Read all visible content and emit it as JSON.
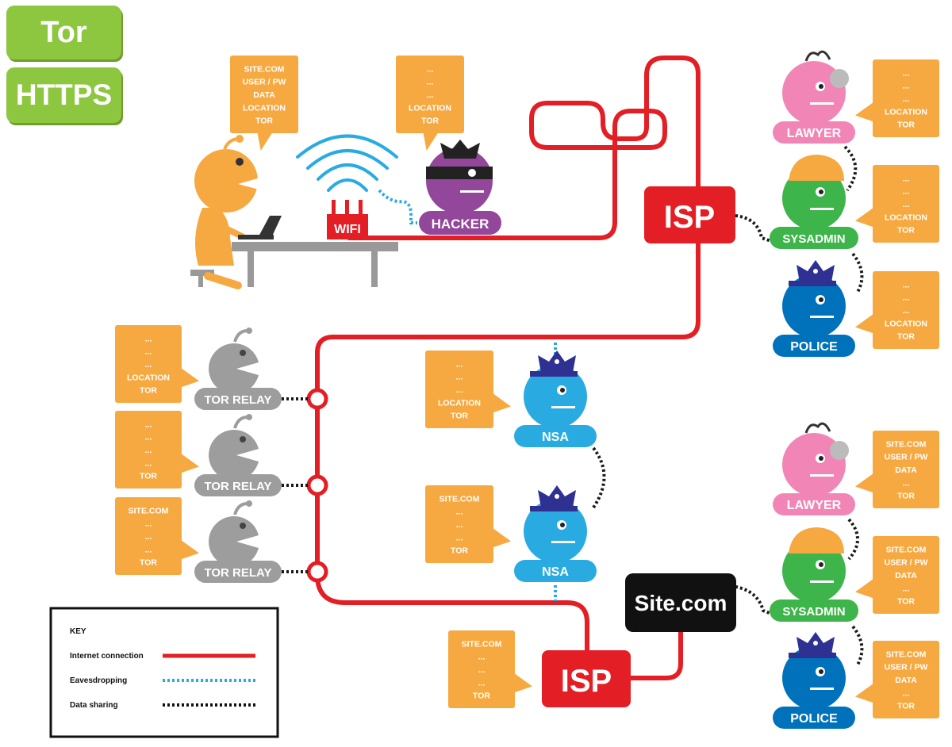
{
  "toggles": {
    "tor": "Tor",
    "https": "HTTPS"
  },
  "colors": {
    "internet": "#e31e24",
    "eavesdrop": "#29abe2",
    "sharing": "#1a1a1a",
    "bubble": "#f7a941",
    "toggle": "#8dc63f",
    "user": "#f7a941",
    "hacker": "#92479a",
    "lawyer": "#f186b6",
    "sysadmin": "#3db54a",
    "police": "#0072bc",
    "nsa": "#29abe2",
    "relay": "#9d9d9d",
    "site": "#111111"
  },
  "user_bubble": [
    "SITE.COM",
    "USER / PW",
    "DATA",
    "LOCATION",
    "TOR"
  ],
  "wifi": {
    "label": "WIFI"
  },
  "hacker": {
    "label": "HACKER",
    "bubble": [
      "...",
      "...",
      "...",
      "LOCATION",
      "TOR"
    ]
  },
  "isp_top": {
    "label": "ISP"
  },
  "isp_bottom": {
    "label": "ISP",
    "bubble": [
      "SITE.COM",
      "...",
      "...",
      "...",
      "TOR"
    ]
  },
  "site": {
    "label": "Site.com"
  },
  "top_group": [
    {
      "label": "LAWYER",
      "bubble": [
        "...",
        "...",
        "...",
        "LOCATION",
        "TOR"
      ]
    },
    {
      "label": "SYSADMIN",
      "bubble": [
        "...",
        "...",
        "...",
        "LOCATION",
        "TOR"
      ]
    },
    {
      "label": "POLICE",
      "bubble": [
        "...",
        "...",
        "...",
        "LOCATION",
        "TOR"
      ]
    }
  ],
  "bottom_group": [
    {
      "label": "LAWYER",
      "bubble": [
        "SITE.COM",
        "USER / PW",
        "DATA",
        "...",
        "TOR"
      ]
    },
    {
      "label": "SYSADMIN",
      "bubble": [
        "SITE.COM",
        "USER / PW",
        "DATA",
        "...",
        "TOR"
      ]
    },
    {
      "label": "POLICE",
      "bubble": [
        "SITE.COM",
        "USER / PW",
        "DATA",
        "...",
        "TOR"
      ]
    }
  ],
  "relays": [
    {
      "label": "TOR RELAY",
      "bubble": [
        "...",
        "...",
        "...",
        "LOCATION",
        "TOR"
      ]
    },
    {
      "label": "TOR RELAY",
      "bubble": [
        "...",
        "...",
        "...",
        "...",
        "TOR"
      ]
    },
    {
      "label": "TOR RELAY",
      "bubble": [
        "SITE.COM",
        "...",
        "...",
        "...",
        "TOR"
      ]
    }
  ],
  "nsa": [
    {
      "label": "NSA",
      "bubble": [
        "...",
        "...",
        "...",
        "LOCATION",
        "TOR"
      ]
    },
    {
      "label": "NSA",
      "bubble": [
        "SITE.COM",
        "...",
        "...",
        "...",
        "TOR"
      ]
    }
  ],
  "key": {
    "title": "KEY",
    "items": [
      "Internet connection",
      "Eavesdropping",
      "Data sharing"
    ]
  }
}
